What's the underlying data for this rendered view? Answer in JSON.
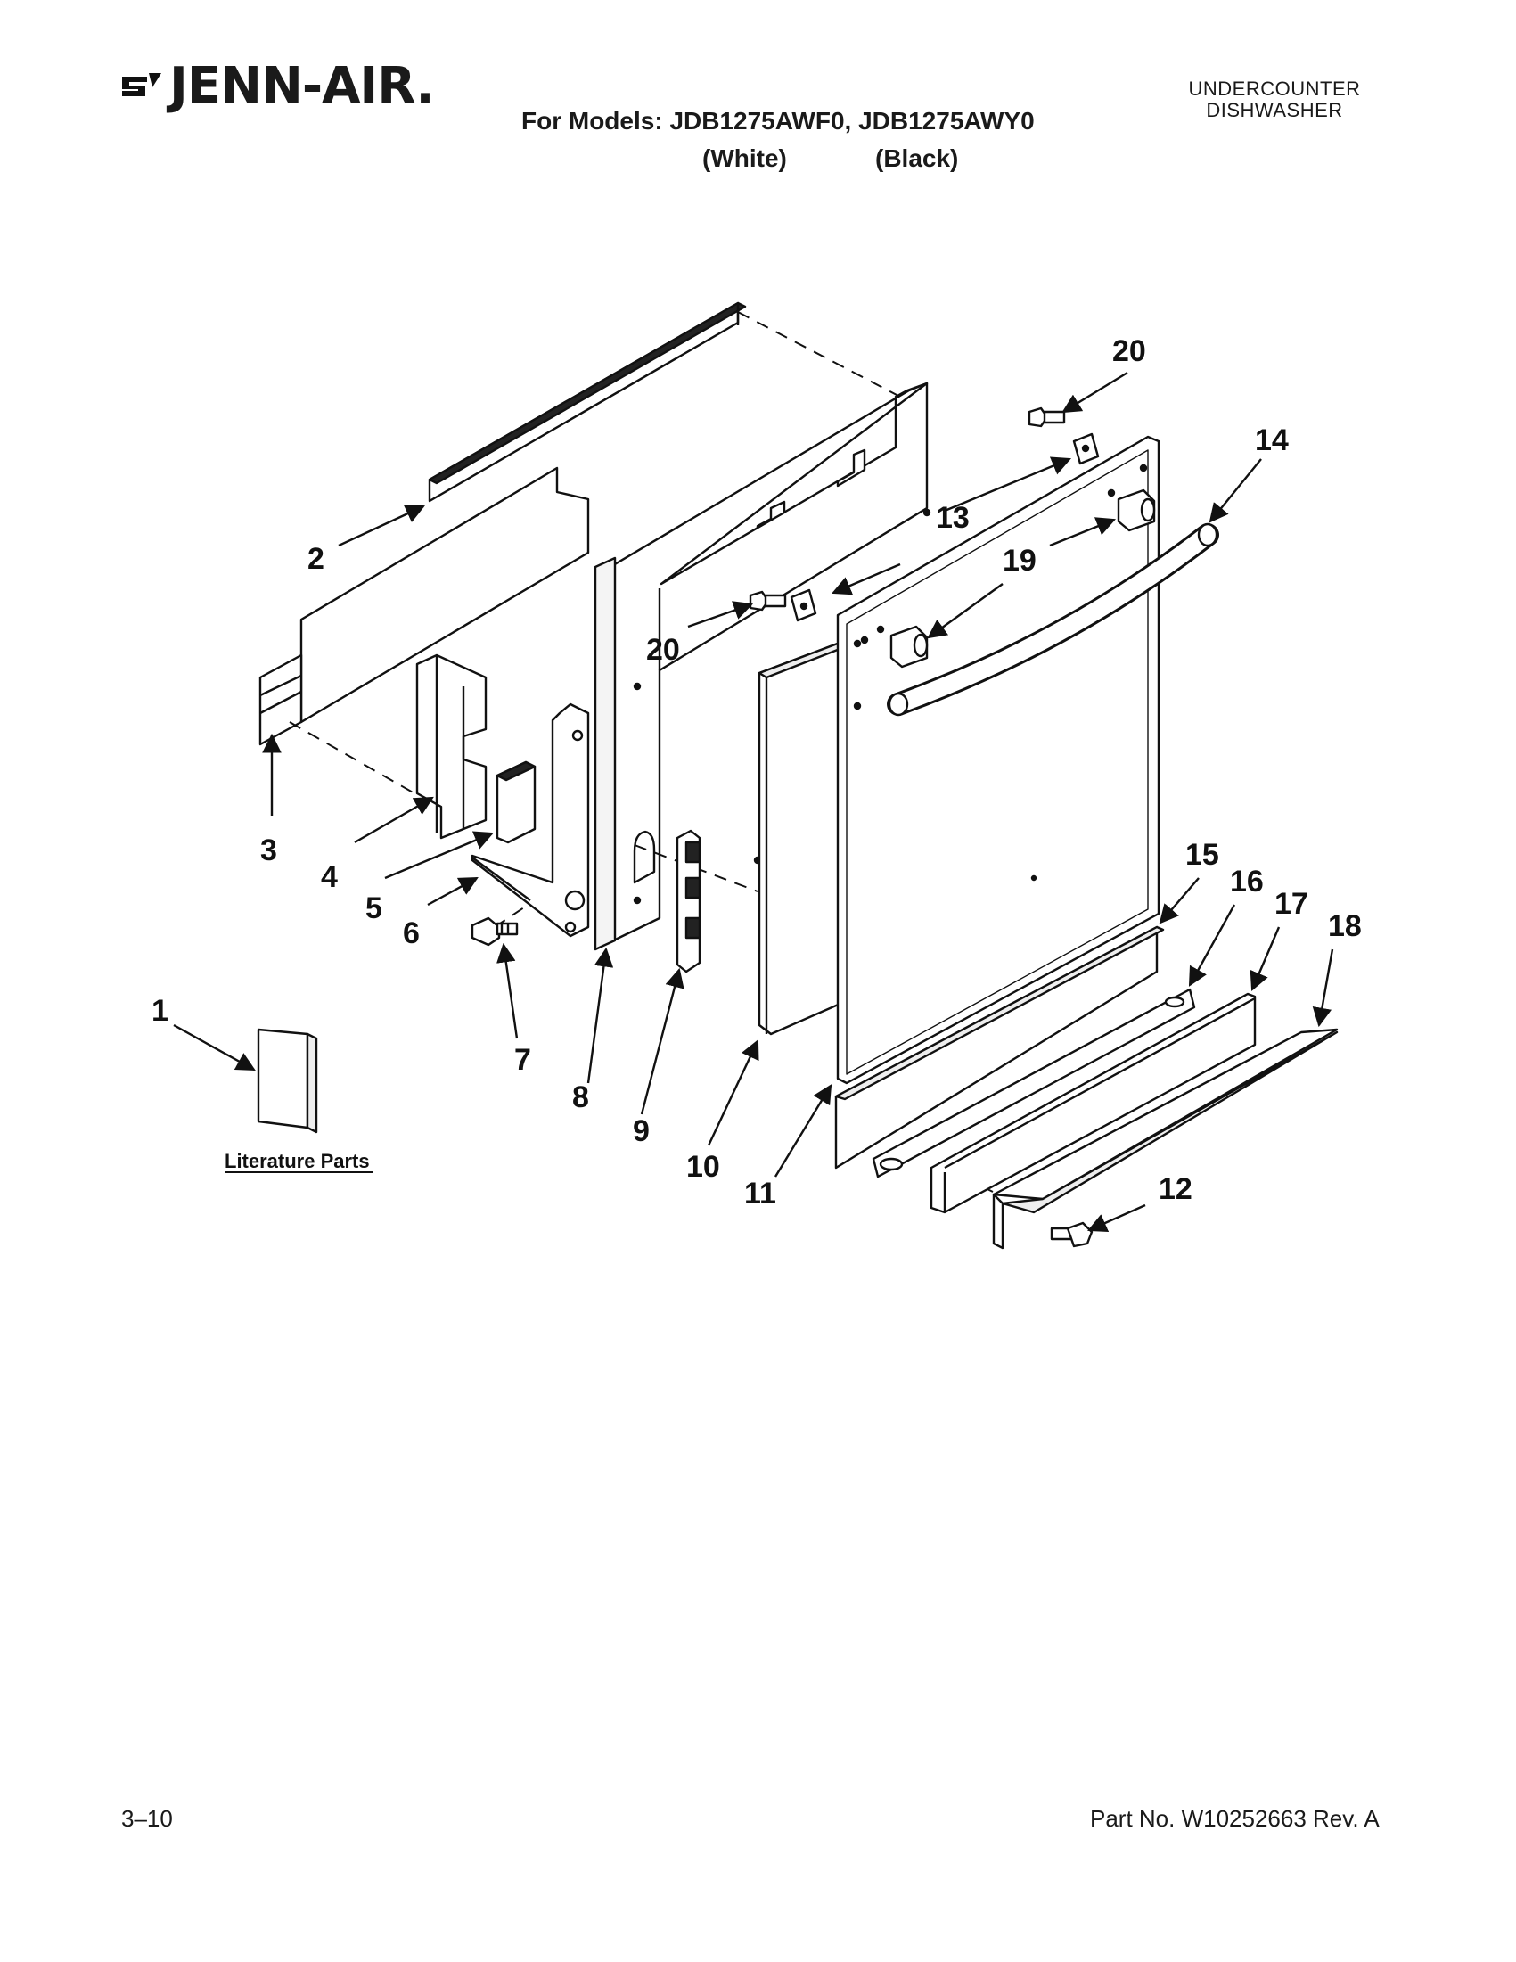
{
  "header": {
    "brand": "JENN-AIR.",
    "models_line": "For Models: JDB1275AWF0, JDB1275AWY0",
    "color_white": "(White)",
    "color_black": "(Black)",
    "category_line1": "UNDERCOUNTER",
    "category_line2": "DISHWASHER"
  },
  "callouts": [
    "1",
    "2",
    "3",
    "4",
    "5",
    "6",
    "7",
    "8",
    "9",
    "10",
    "11",
    "12",
    "13",
    "14",
    "15",
    "16",
    "17",
    "18",
    "19",
    "20",
    "20"
  ],
  "literature_label": "Literature Parts",
  "footer": {
    "page": "3–10",
    "part_no": "Part No. W10252663 Rev. A"
  }
}
